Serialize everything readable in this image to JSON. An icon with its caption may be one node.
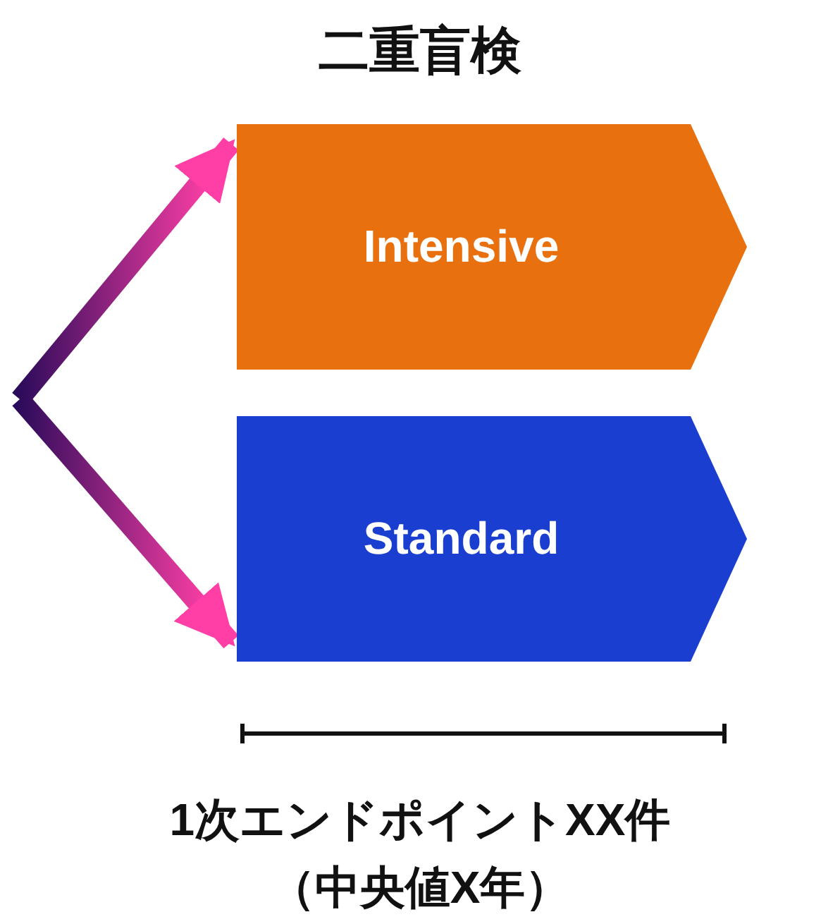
{
  "diagram": {
    "title": "二重盲検",
    "nodes": [
      {
        "text": [
          "Intensive"
        ]
      },
      {
        "text": [
          "Standard"
        ]
      }
    ],
    "edges": [
      {
        "from": null,
        "to": 0,
        "arrow": "to",
        "style": "thick"
      },
      {
        "from": null,
        "to": 1,
        "arrow": "to",
        "style": "thick"
      }
    ],
    "labels": [
      "1次エンドポイントXX件",
      "（中央値X年）"
    ]
  }
}
